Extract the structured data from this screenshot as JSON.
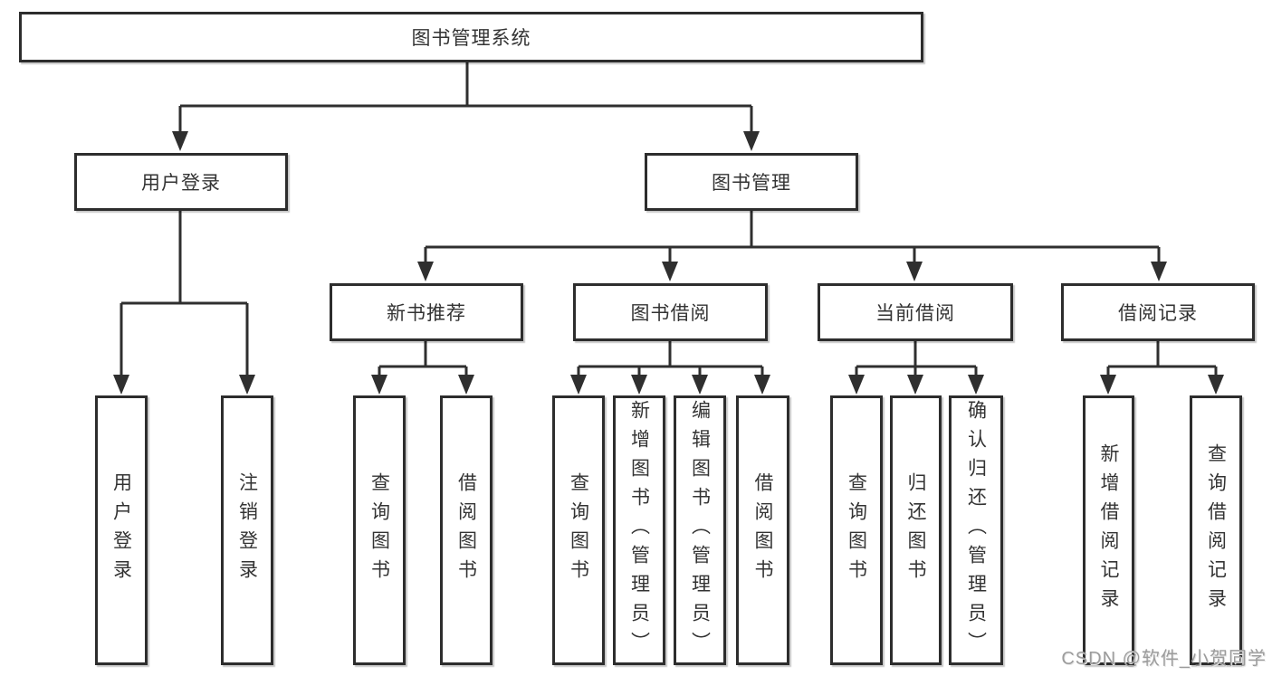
{
  "tree": {
    "root": "图书管理系统",
    "branches": [
      {
        "label": "用户登录",
        "leaves": [
          "用户登录",
          "注销登录"
        ]
      },
      {
        "label": "图书管理",
        "groups": [
          {
            "label": "新书推荐",
            "leaves": [
              "查询图书",
              "借阅图书"
            ]
          },
          {
            "label": "图书借阅",
            "leaves": [
              "查询图书",
              "新增图书（管理员）",
              "编辑图书（管理员）",
              "借阅图书"
            ]
          },
          {
            "label": "当前借阅",
            "leaves": [
              "查询图书",
              "归还图书",
              "确认归还（管理员）"
            ]
          },
          {
            "label": "借阅记录",
            "leaves": [
              "新增借阅记录",
              "查询借阅记录"
            ]
          }
        ]
      }
    ]
  },
  "watermark": "CSDN @软件_小贺同学",
  "colors": {
    "line": "#2f2f2f",
    "box_border": "#2d2d2d",
    "text": "#333333",
    "watermark": "#9c9c9c",
    "background": "#ffffff"
  }
}
